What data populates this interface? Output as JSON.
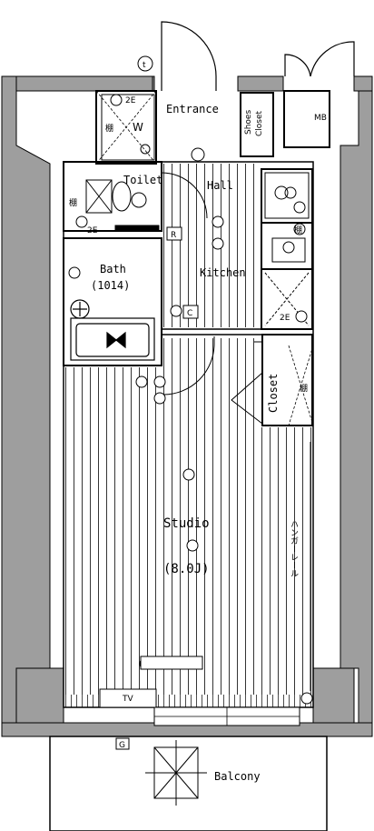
{
  "rooms": {
    "entrance": "Entrance",
    "shoes_closet_line1": "Shoes",
    "shoes_closet_line2": "Closet",
    "mb": "MB",
    "toilet": "Toilet",
    "hall": "Hall",
    "kitchen": "Kitchen",
    "bath": "Bath",
    "bath_size": "(1014)",
    "closet": "Closet",
    "studio": "Studio",
    "studio_size": "(8.0J)",
    "balcony": "Balcony",
    "hanger_rail": "ハンガーレール"
  },
  "symbols": {
    "telephone": "t",
    "washer": "W",
    "refrigerator": "R",
    "shelf": "棚",
    "two_e": "2E",
    "c": "C",
    "g": "G",
    "tv": "TV"
  },
  "colors": {
    "wall": "#9e9e9e",
    "line": "#000000"
  }
}
